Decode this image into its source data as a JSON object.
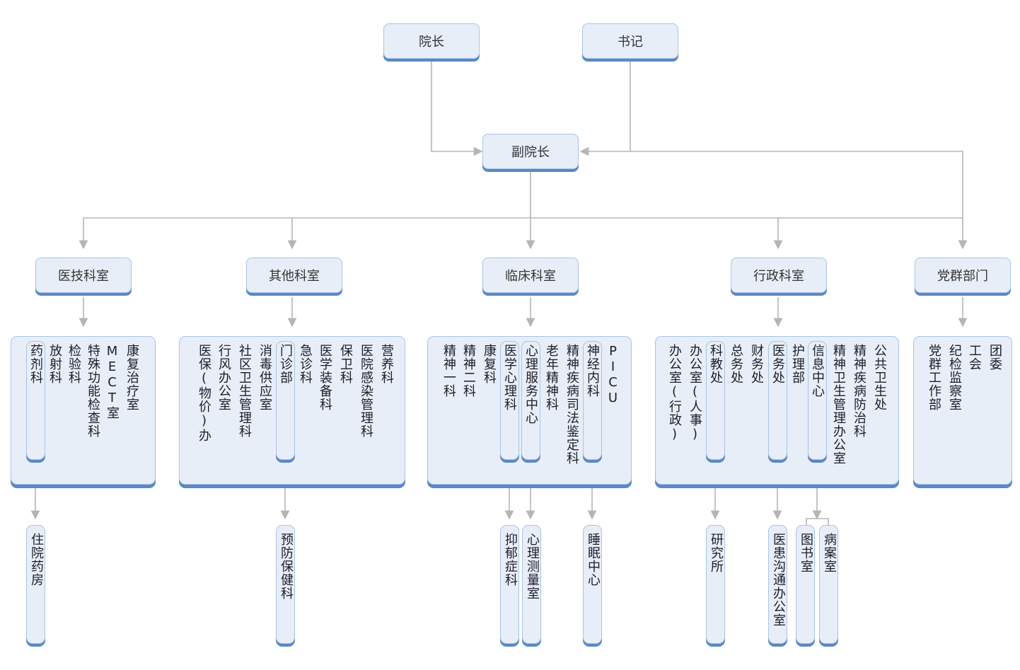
{
  "title_nodes": {
    "president": "院长",
    "secretary": "书记",
    "vice_president": "副院长"
  },
  "categories": [
    {
      "id": "medtech",
      "label": "医技科室"
    },
    {
      "id": "other",
      "label": "其他科室"
    },
    {
      "id": "clinical",
      "label": "临床科室"
    },
    {
      "id": "admin",
      "label": "行政科室"
    },
    {
      "id": "party",
      "label": "党群部门"
    }
  ],
  "groups": {
    "medtech": [
      "康复治疗室",
      "MECT室",
      "特殊功能检查科",
      "检验科",
      "放射科",
      "药剂科"
    ],
    "other": [
      "营养科",
      "医院感染管理科",
      "保卫科",
      "医学装备科",
      "急诊科",
      "门诊部",
      "消毒供应室",
      "社区卫生管理科",
      "行风办公室",
      "医保(物价)办"
    ],
    "clinical": [
      "PICU",
      "神经内科",
      "精神疾病司法鉴定科",
      "老年精神科",
      "心理服务中心",
      "医学心理科",
      "康复科",
      "精神二科",
      "精神一科"
    ],
    "admin": [
      "公共卫生处",
      "精神疾病防治科",
      "精神卫生管理办公室",
      "信息中心",
      "护理部",
      "医务处",
      "财务处",
      "总务处",
      "科教处",
      "办公室(人事)",
      "办公室(行政)"
    ],
    "party": [
      "团委",
      "工会",
      "纪检监察室",
      "党群工作部"
    ]
  },
  "sub_units": {
    "药剂科": [
      "住院药房"
    ],
    "门诊部": [
      "预防保健科"
    ],
    "医学心理科": [
      "抑郁症科"
    ],
    "心理服务中心": [
      "心理测量室"
    ],
    "神经内科": [
      "睡眠中心"
    ],
    "科教处": [
      "研究所"
    ],
    "医务处": [
      "医患沟通办公室"
    ],
    "信息中心": [
      "图书室",
      "病案室"
    ]
  },
  "colors": {
    "node_fill": "#e8eef7",
    "node_border": "#a8c4e8",
    "node_shadow": "#5b88c2",
    "connector": "#b5b5b5"
  }
}
